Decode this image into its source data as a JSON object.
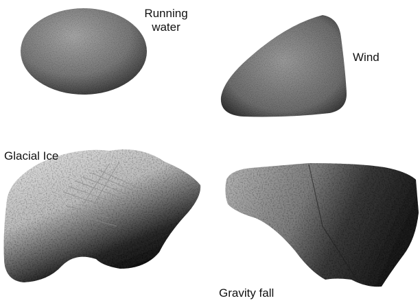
{
  "labels": {
    "running_water_line1": "Running",
    "running_water_line2": "water",
    "wind": "Wind",
    "glacial_ice": "Glacial Ice",
    "gravity_fall": "Gravity fall"
  }
}
